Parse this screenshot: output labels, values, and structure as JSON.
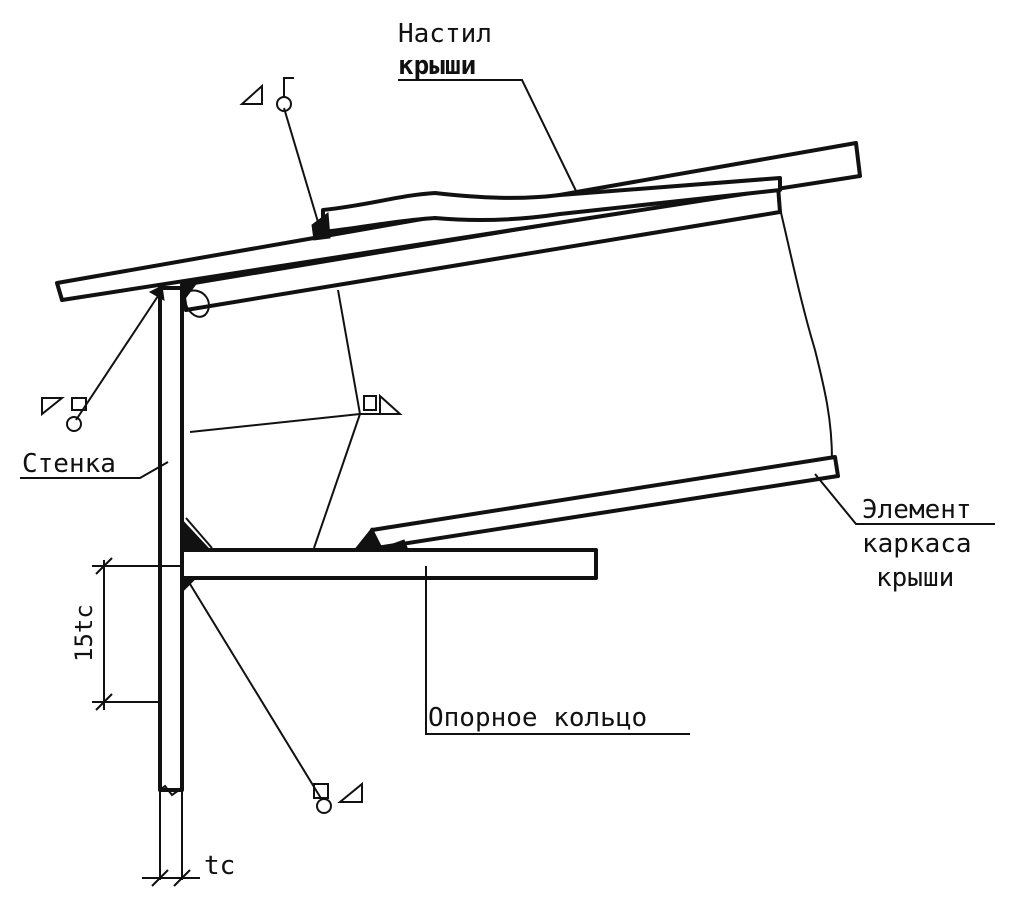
{
  "labels": {
    "roof_deck_line1": "Настил",
    "roof_deck_line2": "крыши",
    "shell_wall": "Стенка",
    "frame_element_line1": "Элемент",
    "frame_element_line2": "каркаса",
    "frame_element_line3": "крыши",
    "support_ring": "Опорное кольцо",
    "dim_15tc": "15tc",
    "dim_tc": "tc"
  },
  "icons": {
    "weld_symbol": "fillet-weld-symbol",
    "flag": "field-weld-flag"
  },
  "colors": {
    "ink": "#111111",
    "paper": "#ffffff"
  }
}
